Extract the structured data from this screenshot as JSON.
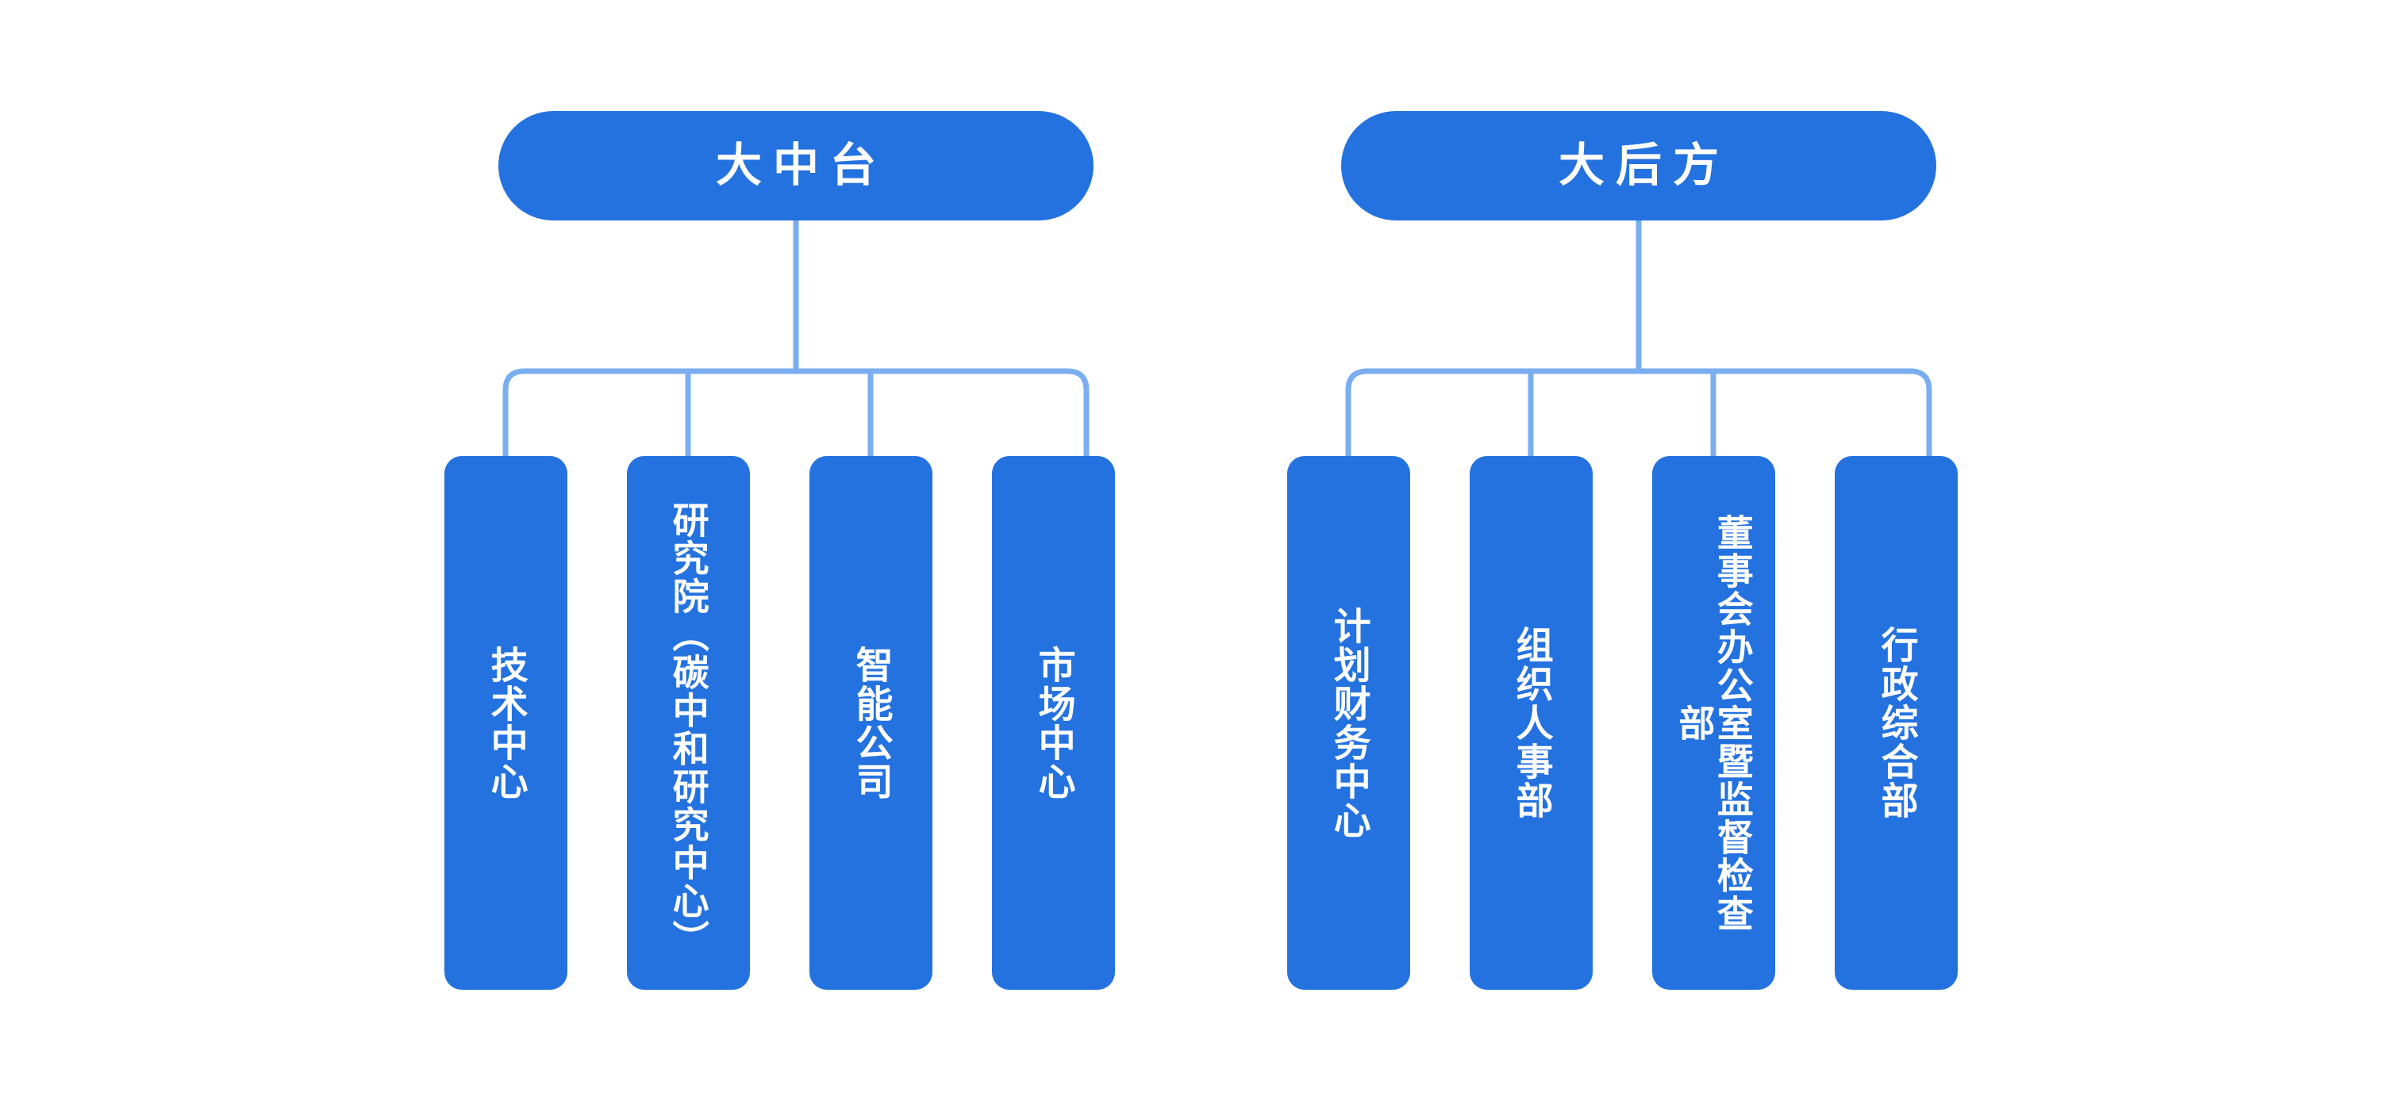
{
  "diagram": {
    "title_text_group_1": "大中台",
    "title_text_group_2": "大后方",
    "background_color": "#ffffff",
    "node_color": "#2472e0",
    "connector_color": "#7baef0",
    "text_color": "#ffffff"
  },
  "groups": [
    {
      "id": "group-da-zhong-tai",
      "header": "大中台",
      "children": [
        {
          "label": "技术中心",
          "columns": 1
        },
        {
          "label": "研究院（碳中和研究中心）",
          "columns": 2
        },
        {
          "label": "智能公司",
          "columns": 1
        },
        {
          "label": "市场中心",
          "columns": 1
        }
      ]
    },
    {
      "id": "group-da-hou-fang",
      "header": "大后方",
      "children": [
        {
          "label": "计划财务中心",
          "columns": 1
        },
        {
          "label": "组织人事部",
          "columns": 1
        },
        {
          "label": "董事会办公室暨监督检查部",
          "columns": 2
        },
        {
          "label": "行政综合部",
          "columns": 1
        }
      ]
    }
  ]
}
